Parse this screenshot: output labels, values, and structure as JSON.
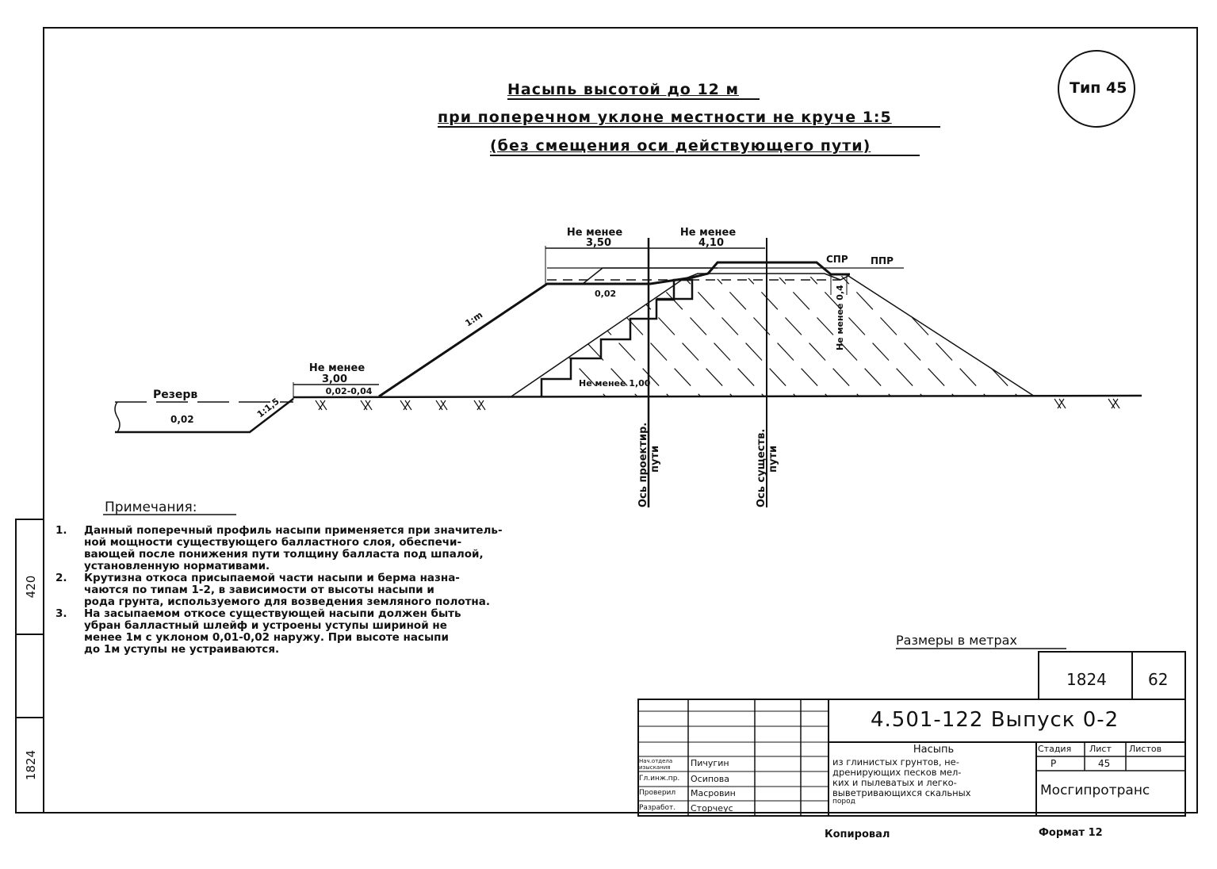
{
  "title": {
    "line1": "Насыпь высотой до 12 м",
    "line2": "при поперечном уклоне местности не круче 1:5",
    "line3": "(без смещения оси действующего пути)"
  },
  "type_badge": "Тип 45",
  "drawing": {
    "dim_left_top": {
      "label": "Не менее",
      "value": "3,50"
    },
    "dim_right_top": {
      "label": "Не менее",
      "value": "4,10"
    },
    "dim_berm": {
      "label": "Не менее",
      "value": "3,00",
      "slope": "0,02-0,04"
    },
    "reserve_label": "Резерв",
    "reserve_slope": "0,02",
    "slope_reserve": "1:1,5",
    "slope_main": "1:m",
    "top_slope": "0,02",
    "step_label": "Не менее 1,00",
    "ballast_label": "Не менее 0,4",
    "spr_label": "СПР",
    "ppr_label": "ППР",
    "axis_design": {
      "line1": "Ось проектир.",
      "line2": "пути"
    },
    "axis_existing": {
      "line1": "Ось существ.",
      "line2": "пути"
    }
  },
  "notes": {
    "heading": "Примечания:",
    "items": [
      {
        "num": "1.",
        "lines": [
          "Данный поперечный профиль насыпи применяется при значитель-",
          "ной мощности существующего балластного слоя, обеспечи-",
          "вающей после понижения пути толщину балласта под шпалой,",
          "установленную нормативами."
        ]
      },
      {
        "num": "2.",
        "lines": [
          "Крутизна откоса присыпаемой части насыпи и берма назна-",
          "чаются по типам 1-2, в зависимости от высоты насыпи и",
          "рода грунта, используемого для возведения земляного полотна."
        ]
      },
      {
        "num": "3.",
        "lines": [
          "На засыпаемом откосе существующей насыпи должен быть",
          "убран балластный шлейф и устроены уступы шириной не",
          "менее 1м с уклоном 0,01-0,02 наружу. При высоте насыпи",
          "до 1м уступы не устраиваются."
        ]
      }
    ]
  },
  "units_note": "Размеры в метрах",
  "side_stamp": {
    "top": "420",
    "bottom": "1824"
  },
  "title_block": {
    "inv_number": "1824",
    "page_number": "62",
    "doc_code": "4.501-122 Выпуск 0-2",
    "name_title": "Насыпь",
    "name_lines": [
      "из глинистых грунтов, не-",
      "дренирующих песков мел-",
      "ких и пылеватых и легко-",
      "выветривающихся скальных",
      "пород"
    ],
    "stage_header": "Стадия",
    "sheet_header": "Лист",
    "sheets_header": "Листов",
    "stage": "Р",
    "sheet": "45",
    "sheets": "",
    "organization": "Мосгипротранс",
    "roles": [
      {
        "role": "Нач.отдела изыскания",
        "name": "Пичугин"
      },
      {
        "role": "Гл.инж.пр.",
        "name": "Осипова"
      },
      {
        "role": "Проверил",
        "name": "Масровин"
      },
      {
        "role": "Разработ.",
        "name": "Сторчеус"
      }
    ],
    "copied_label": "Копировал",
    "format_label": "Формат 12"
  }
}
